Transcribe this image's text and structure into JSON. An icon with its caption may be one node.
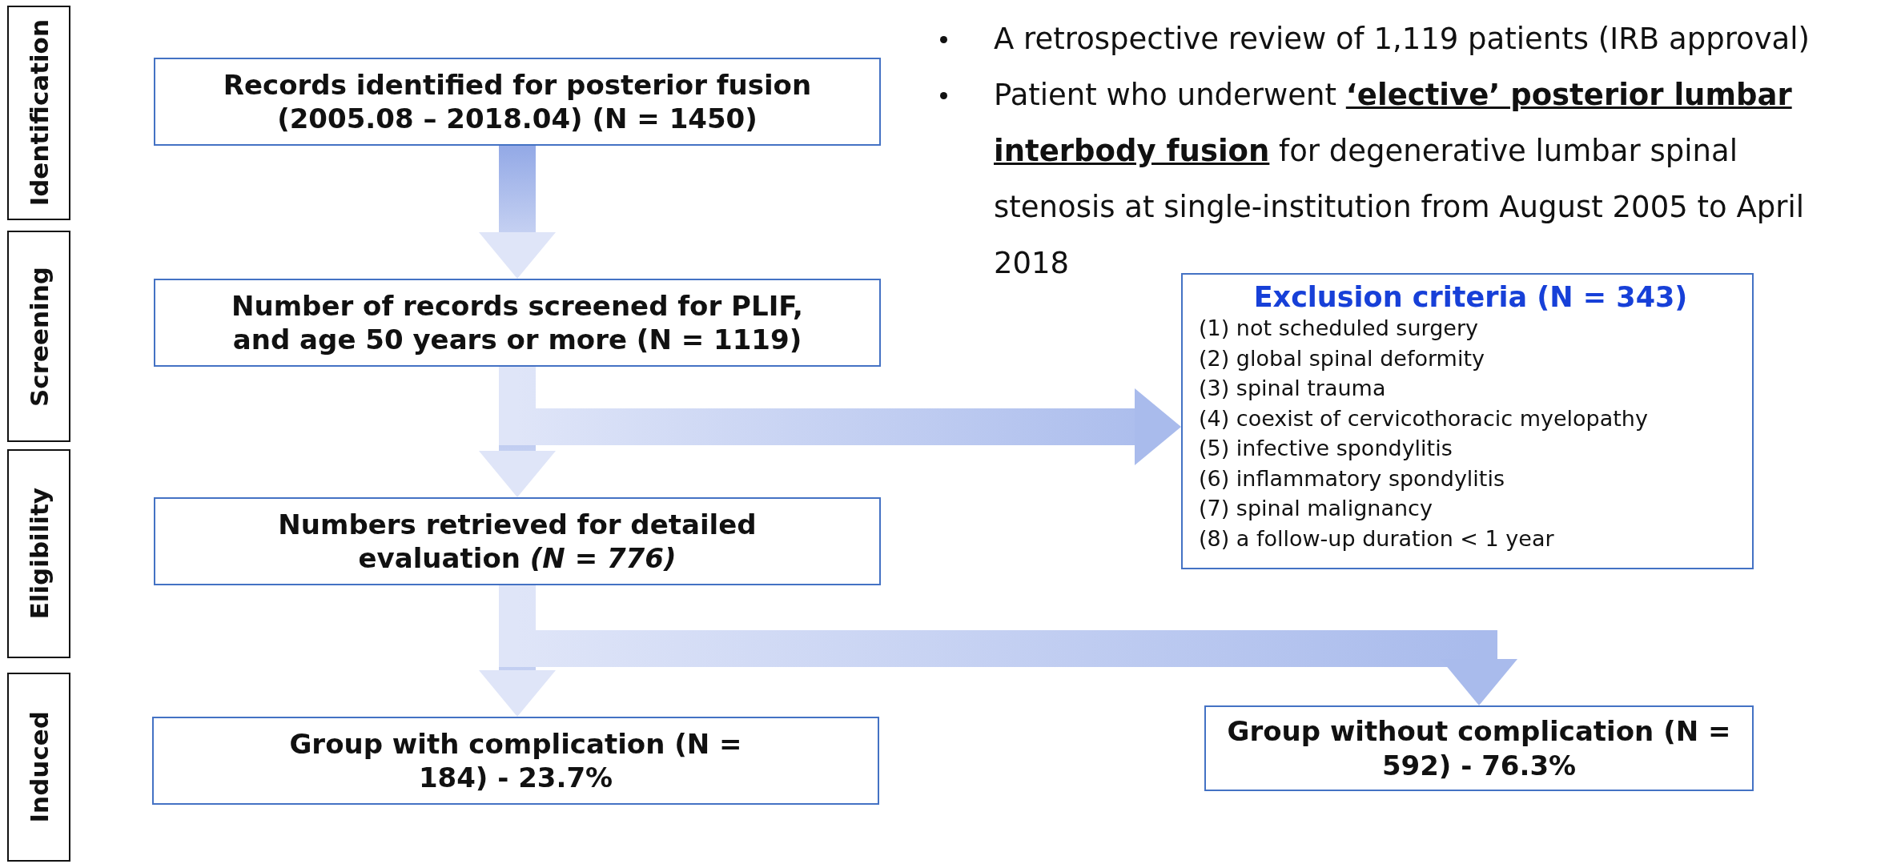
{
  "diagram": {
    "nodes": [
      {
        "text": [
          "Identification"
        ]
      },
      {
        "text": [
          "Screening"
        ]
      },
      {
        "text": [
          "Eligibility"
        ]
      },
      {
        "text": [
          "Induced"
        ]
      },
      {
        "text": [
          "Records identified for posterior fusion (2005.08 – 2018.04) (N = 1450)"
        ]
      },
      {
        "text": [
          "Number of records screened for PLIF, and age 50 years or more (N = 1119)"
        ]
      },
      {
        "text": [
          "Numbers retrieved for detailed evaluation *(N = 776)*"
        ]
      },
      {
        "text": [
          "Exclusion criteria (N = 343)",
          "(1) not scheduled surgery",
          "(2) global spinal deformity",
          "(3) spinal trauma",
          "(4) coexist of cervicothoracic myelopathy",
          "(5) infective spondylitis",
          "(6) inflammatory spondylitis",
          "(7) spinal malignancy",
          "(8) a follow-up duration < 1 year"
        ]
      },
      {
        "text": [
          "Group with complication (N = 184) - 23.7%"
        ]
      },
      {
        "text": [
          "Group without complication (N = 592) - 76.3%"
        ]
      }
    ],
    "edges": [
      {
        "from": 4,
        "to": 5,
        "arrow": "to"
      },
      {
        "from": 5,
        "to": 6,
        "arrow": "to"
      },
      {
        "from": 5,
        "to": 7,
        "arrow": "to"
      },
      {
        "from": 6,
        "to": 8,
        "arrow": "to"
      },
      {
        "from": 6,
        "to": 9,
        "arrow": "to"
      }
    ],
    "labels": [
      "A retrospective review of 1,119 patients (IRB approval)",
      "Patient who underwent **‘elective’ posterior lumbar interbody fusion** for degenerative lumbar spinal stenosis at single-institution from August 2005 to April 2018"
    ]
  }
}
